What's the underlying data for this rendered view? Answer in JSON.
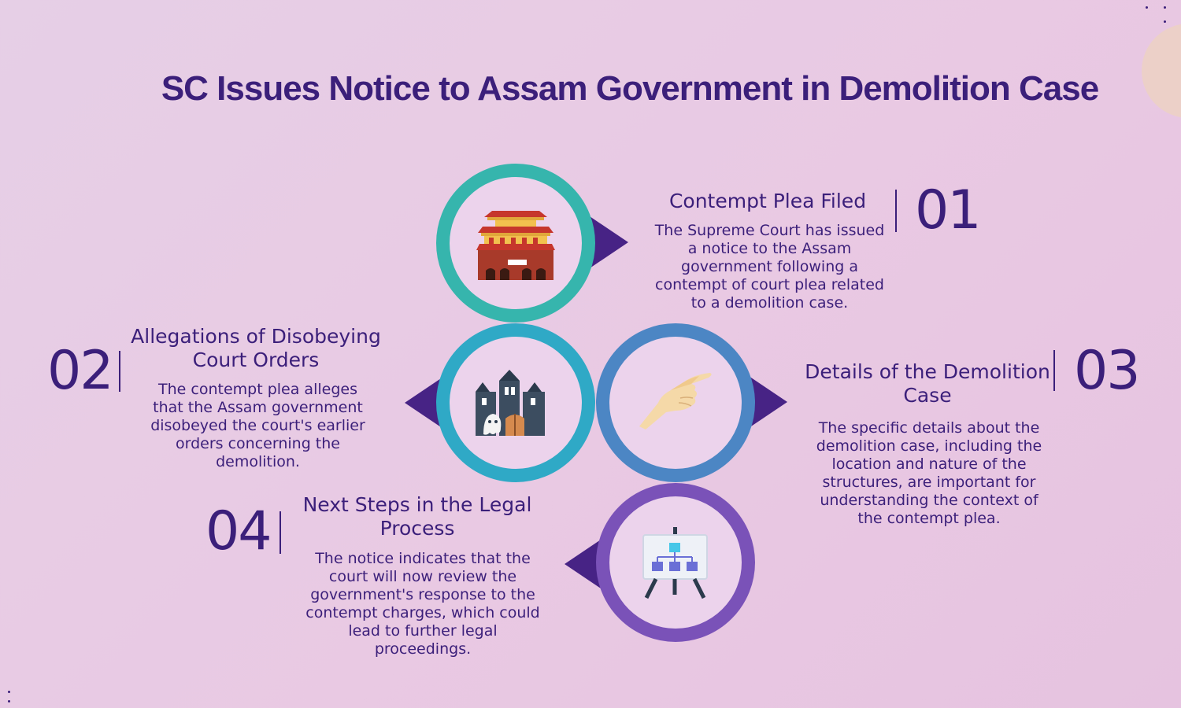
{
  "title": "SC Issues Notice to Assam Government in Demolition Case",
  "colors": {
    "text": "#3b1f7a",
    "teal": "#36b5ad",
    "cyan": "#2fa9c6",
    "blue": "#4c86c4",
    "purple": "#7a52b8",
    "arrow": "#472385"
  },
  "steps": [
    {
      "number": "01",
      "heading": "Contempt Plea Filed",
      "description": "The Supreme Court has issued a notice to the Assam government following a contempt of court plea related to a demolition case.",
      "icon": "palace-icon"
    },
    {
      "number": "02",
      "heading": "Allegations of Disobeying Court Orders",
      "description": "The contempt plea alleges that the Assam government disobeyed the court's earlier orders concerning the demolition.",
      "icon": "haunted-house-icon"
    },
    {
      "number": "03",
      "heading": "Details of the Demolition Case",
      "description": "The specific details about the demolition case, including the location and nature of the structures, are important for understanding the context of the contempt plea.",
      "icon": "pointing-hand-icon"
    },
    {
      "number": "04",
      "heading": "Next Steps in the Legal Process",
      "description": "The notice indicates that the court will now review the government's response to the contempt charges, which could lead to further legal proceedings.",
      "icon": "flowchart-board-icon"
    }
  ]
}
